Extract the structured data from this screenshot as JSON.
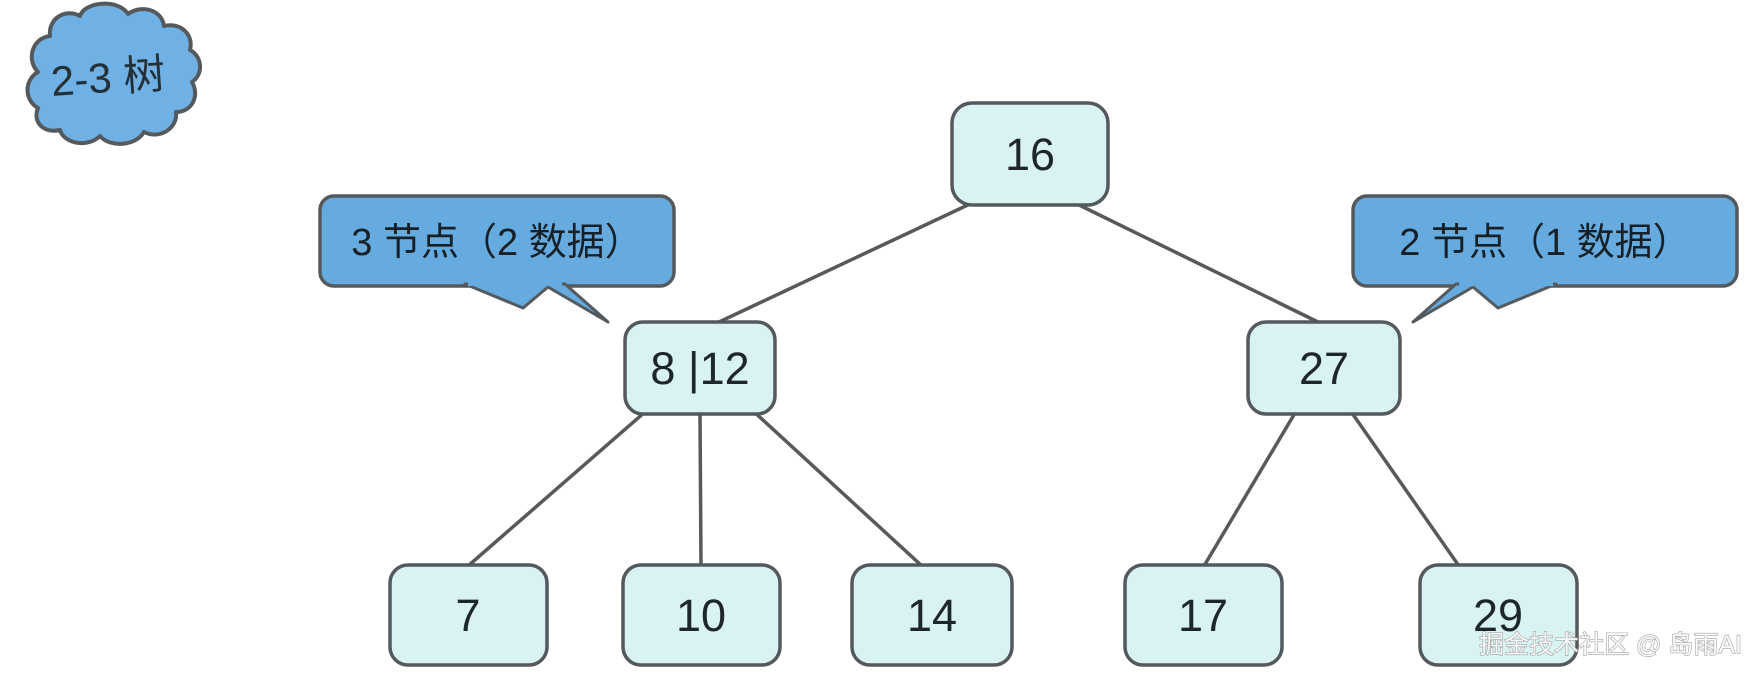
{
  "diagram": {
    "kind": "2-3 tree structure diagram",
    "cloud_title": "2-3 树",
    "callouts": [
      {
        "label": "3 节点（2 数据）",
        "target": "8 |12",
        "side": "left"
      },
      {
        "label": "2 节点（1 数据）",
        "target": "27",
        "side": "right"
      }
    ],
    "nodes": [
      {
        "id": "16",
        "label": "16",
        "level": 0
      },
      {
        "id": "8|12",
        "label": "8 |12",
        "level": 1
      },
      {
        "id": "27",
        "label": "27",
        "level": 1
      },
      {
        "id": "7",
        "label": "7",
        "level": 2
      },
      {
        "id": "10",
        "label": "10",
        "level": 2
      },
      {
        "id": "14",
        "label": "14",
        "level": 2
      },
      {
        "id": "17",
        "label": "17",
        "level": 2
      },
      {
        "id": "29",
        "label": "29",
        "level": 2
      }
    ],
    "edges": [
      {
        "from": "16",
        "to": "8|12"
      },
      {
        "from": "16",
        "to": "27"
      },
      {
        "from": "8|12",
        "to": "7"
      },
      {
        "from": "8|12",
        "to": "10"
      },
      {
        "from": "8|12",
        "to": "14"
      },
      {
        "from": "27",
        "to": "17"
      },
      {
        "from": "27",
        "to": "29"
      }
    ],
    "watermark": "掘金技术社区 @ 岛雨AI",
    "colors": {
      "node_fill": "#d9f3f3",
      "node_border": "#54595d",
      "callout_fill": "#66abdf",
      "cloud_fill": "#6fb1e4",
      "edge": "#595959",
      "text": "#1d262c"
    }
  }
}
